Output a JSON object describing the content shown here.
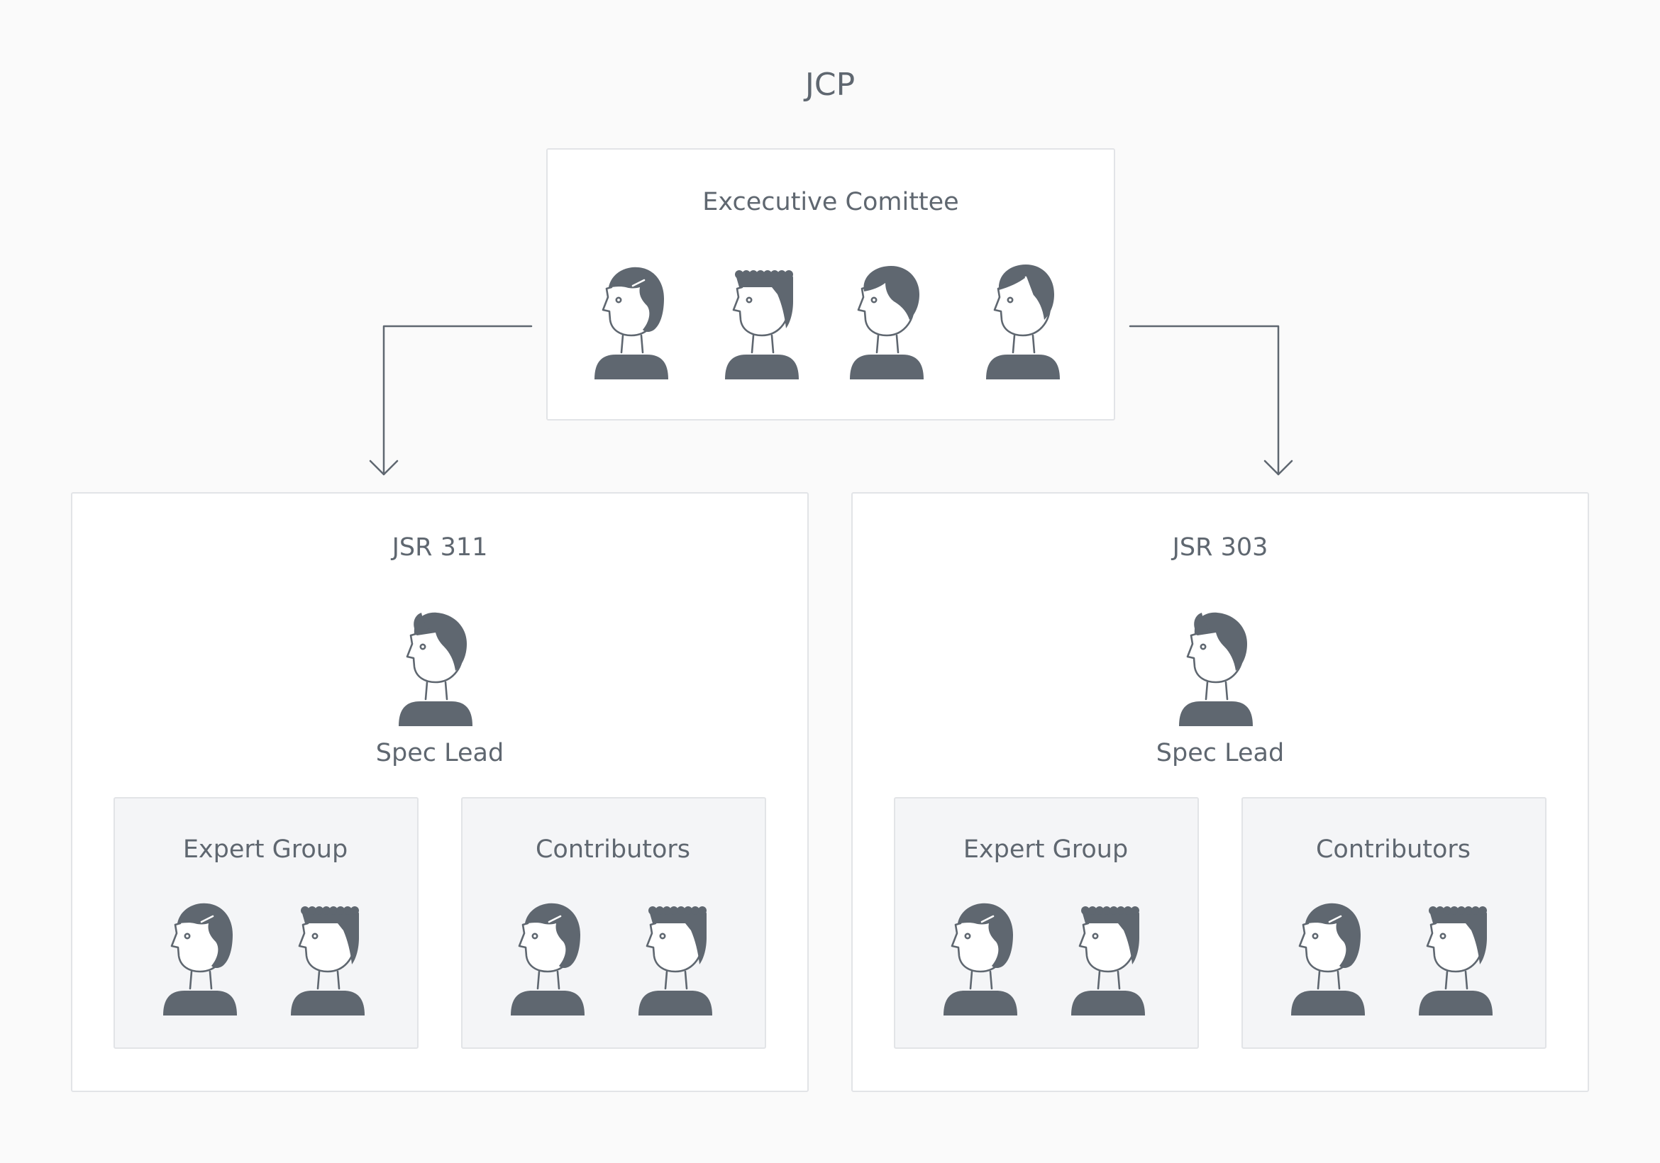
{
  "diagram": {
    "title": "JCP",
    "executive": {
      "title": "Excecutive Comittee",
      "icons": [
        "person-bob-hair-icon",
        "person-curly-hair-icon",
        "person-swept-hair-icon",
        "person-side-part-icon"
      ]
    },
    "jsrs": [
      {
        "title": "JSR 311",
        "lead": {
          "label": "Spec Lead",
          "icon": "person-quiff-hair-icon"
        },
        "groups": [
          {
            "title": "Expert Group",
            "icons": [
              "person-bob-hair-icon",
              "person-curly-hair-icon"
            ]
          },
          {
            "title": "Contributors",
            "icons": [
              "person-bob-hair-icon",
              "person-curly-hair-icon"
            ]
          }
        ]
      },
      {
        "title": "JSR 303",
        "lead": {
          "label": "Spec Lead",
          "icon": "person-quiff-hair-icon"
        },
        "groups": [
          {
            "title": "Expert Group",
            "icons": [
              "person-bob-hair-icon",
              "person-curly-hair-icon"
            ]
          },
          {
            "title": "Contributors",
            "icons": [
              "person-bob-hair-icon",
              "person-curly-hair-icon"
            ]
          }
        ]
      }
    ],
    "colors": {
      "ink": "#5f6770",
      "border": "#e2e4e7",
      "panel": "#ffffff",
      "subpanel": "#f4f5f7",
      "background": "#fafafa"
    }
  }
}
